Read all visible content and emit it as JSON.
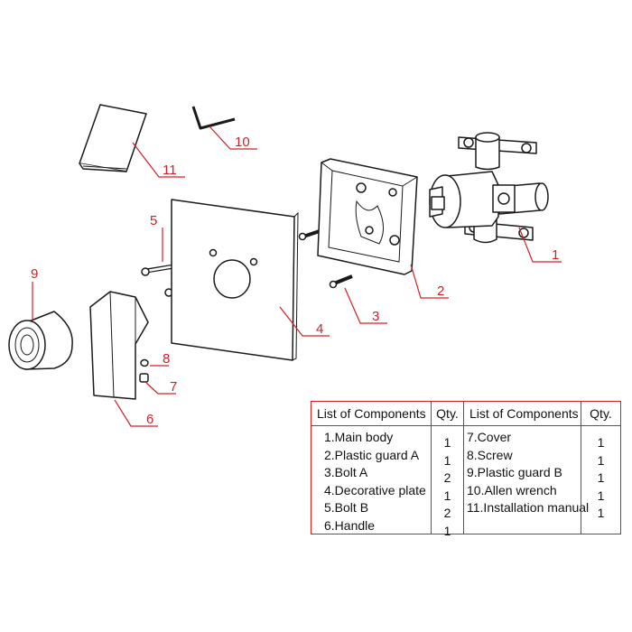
{
  "callouts": [
    "1",
    "2",
    "3",
    "4",
    "5",
    "6",
    "7",
    "8",
    "9",
    "10",
    "11"
  ],
  "table": {
    "header_name_left": "List of Components",
    "header_qty_left": "Qty.",
    "header_name_right": "List of Components",
    "header_qty_right": "Qty.",
    "left_rows": [
      {
        "name": "1.Main body",
        "qty": "1"
      },
      {
        "name": "2.Plastic guard A",
        "qty": "1"
      },
      {
        "name": "3.Bolt A",
        "qty": "2"
      },
      {
        "name": "4.Decorative plate",
        "qty": "1"
      },
      {
        "name": "5.Bolt B",
        "qty": "2"
      },
      {
        "name": "6.Handle",
        "qty": "1"
      }
    ],
    "right_rows": [
      {
        "name": "7.Cover",
        "qty": "1"
      },
      {
        "name": "8.Screw",
        "qty": "1"
      },
      {
        "name": "9.Plastic guard B",
        "qty": "1"
      },
      {
        "name": "10.Allen wrench",
        "qty": "1"
      },
      {
        "name": "11.Installation manual",
        "qty": "1"
      }
    ]
  },
  "colors": {
    "callout": "#d0202a",
    "line": "#1a1a1a"
  }
}
